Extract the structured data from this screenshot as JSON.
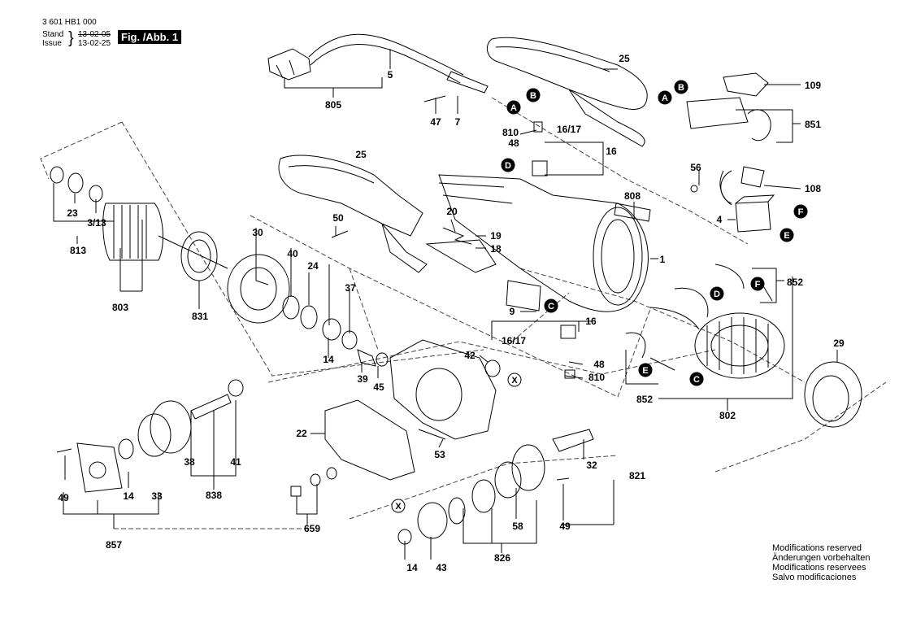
{
  "header": {
    "doc_number": "3 601 HB1 000",
    "stand_label": "Stand",
    "issue_label": "Issue",
    "stand_date": "13-02-05",
    "issue_date": "13-02-25",
    "figure_label": "Fig. /Abb. 1"
  },
  "notes": [
    "Modifications reserved",
    "Änderungen vorbehalten",
    "Modifications reservees",
    "Salvo modificaciones"
  ],
  "part_labels": [
    {
      "id": "p805",
      "text": "805"
    },
    {
      "id": "p5",
      "text": "5"
    },
    {
      "id": "p47",
      "text": "47"
    },
    {
      "id": "p7",
      "text": "7"
    },
    {
      "id": "p25a",
      "text": "25"
    },
    {
      "id": "p810a",
      "text": "810"
    },
    {
      "id": "p48a",
      "text": "48"
    },
    {
      "id": "p1617a",
      "text": "16/17"
    },
    {
      "id": "p16a",
      "text": "16"
    },
    {
      "id": "p109",
      "text": "109"
    },
    {
      "id": "p851",
      "text": "851"
    },
    {
      "id": "p56",
      "text": "56"
    },
    {
      "id": "p108",
      "text": "108"
    },
    {
      "id": "p4",
      "text": "4"
    },
    {
      "id": "p25b",
      "text": "25"
    },
    {
      "id": "p23",
      "text": "23"
    },
    {
      "id": "p313",
      "text": "3/13"
    },
    {
      "id": "p813",
      "text": "813"
    },
    {
      "id": "p50",
      "text": "50"
    },
    {
      "id": "p20",
      "text": "20"
    },
    {
      "id": "p19",
      "text": "19"
    },
    {
      "id": "p18",
      "text": "18"
    },
    {
      "id": "p808",
      "text": "808"
    },
    {
      "id": "p1",
      "text": "1"
    },
    {
      "id": "p30",
      "text": "30"
    },
    {
      "id": "p40",
      "text": "40"
    },
    {
      "id": "p24",
      "text": "24"
    },
    {
      "id": "p37",
      "text": "37"
    },
    {
      "id": "p803",
      "text": "803"
    },
    {
      "id": "p831",
      "text": "831"
    },
    {
      "id": "p14a",
      "text": "14"
    },
    {
      "id": "p9",
      "text": "9"
    },
    {
      "id": "p852a",
      "text": "852"
    },
    {
      "id": "p1617b",
      "text": "16/17"
    },
    {
      "id": "p16b",
      "text": "16"
    },
    {
      "id": "p42",
      "text": "42"
    },
    {
      "id": "p48b",
      "text": "48"
    },
    {
      "id": "p810b",
      "text": "810"
    },
    {
      "id": "p39",
      "text": "39"
    },
    {
      "id": "p45",
      "text": "45"
    },
    {
      "id": "p852b",
      "text": "852"
    },
    {
      "id": "p802",
      "text": "802"
    },
    {
      "id": "p29",
      "text": "29"
    },
    {
      "id": "p22",
      "text": "22"
    },
    {
      "id": "p53",
      "text": "53"
    },
    {
      "id": "p38",
      "text": "38"
    },
    {
      "id": "p41",
      "text": "41"
    },
    {
      "id": "p838",
      "text": "838"
    },
    {
      "id": "p32",
      "text": "32"
    },
    {
      "id": "p821",
      "text": "821"
    },
    {
      "id": "p49a",
      "text": "49"
    },
    {
      "id": "p14b",
      "text": "14"
    },
    {
      "id": "p33",
      "text": "33"
    },
    {
      "id": "p659",
      "text": "659"
    },
    {
      "id": "p857",
      "text": "857"
    },
    {
      "id": "p58",
      "text": "58"
    },
    {
      "id": "p49b",
      "text": "49"
    },
    {
      "id": "p826",
      "text": "826"
    },
    {
      "id": "p14c",
      "text": "14"
    },
    {
      "id": "p43",
      "text": "43"
    }
  ],
  "markers": [
    {
      "id": "mA1",
      "text": "A"
    },
    {
      "id": "mB1",
      "text": "B"
    },
    {
      "id": "mA2",
      "text": "A"
    },
    {
      "id": "mB2",
      "text": "B"
    },
    {
      "id": "mD1",
      "text": "D"
    },
    {
      "id": "mF1",
      "text": "F"
    },
    {
      "id": "mE1",
      "text": "E"
    },
    {
      "id": "mC1",
      "text": "C"
    },
    {
      "id": "mD2",
      "text": "D"
    },
    {
      "id": "mF2",
      "text": "F"
    },
    {
      "id": "mE2",
      "text": "E"
    },
    {
      "id": "mC2",
      "text": "C"
    },
    {
      "id": "mX1",
      "text": "X"
    },
    {
      "id": "mX2",
      "text": "X"
    }
  ]
}
